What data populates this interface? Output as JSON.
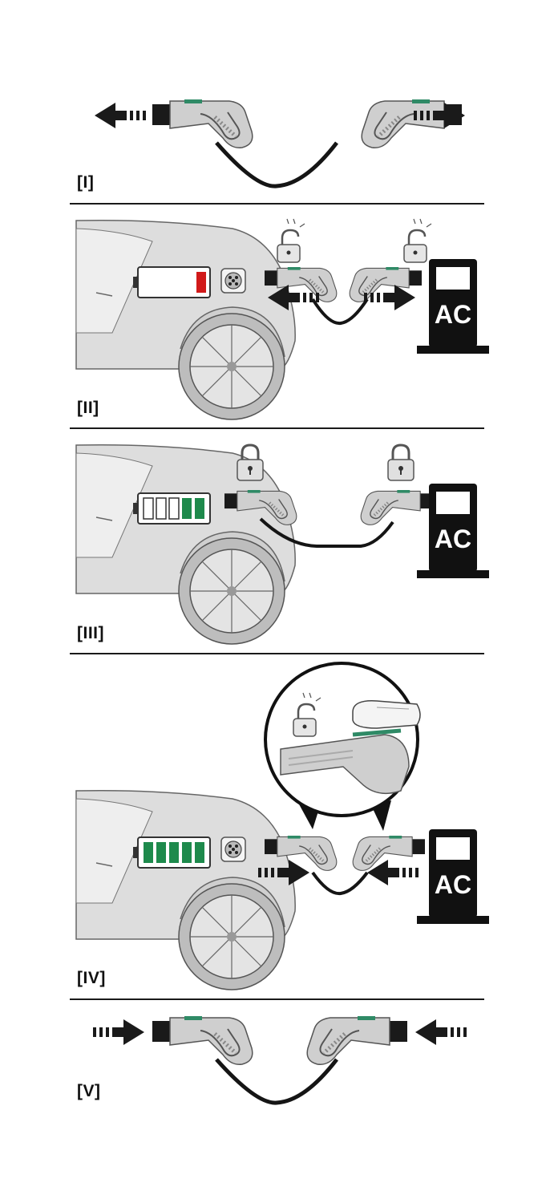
{
  "steps": [
    {
      "label": "[I]"
    },
    {
      "label": "[II]"
    },
    {
      "label": "[III]"
    },
    {
      "label": "[IV]"
    },
    {
      "label": "[V]"
    }
  ],
  "station": {
    "label": "AC"
  },
  "colors": {
    "car_body": "#dcdcdc",
    "connector": "#c8c8c8",
    "latch": "#2f8a66",
    "battery_full": "#1e8a4c",
    "battery_low": "#d11a1a",
    "cable": "#151515",
    "station": "#111111"
  },
  "battery_levels": {
    "step_II": "1 of 5 (red)",
    "step_III": "2 of 5",
    "step_IV": "5 of 5"
  },
  "icons": [
    "arrow-left-icon",
    "arrow-right-icon",
    "padlock-open-icon",
    "padlock-closed-icon",
    "charging-socket-icon",
    "battery-icon",
    "charging-station-icon",
    "finger-press-icon"
  ]
}
